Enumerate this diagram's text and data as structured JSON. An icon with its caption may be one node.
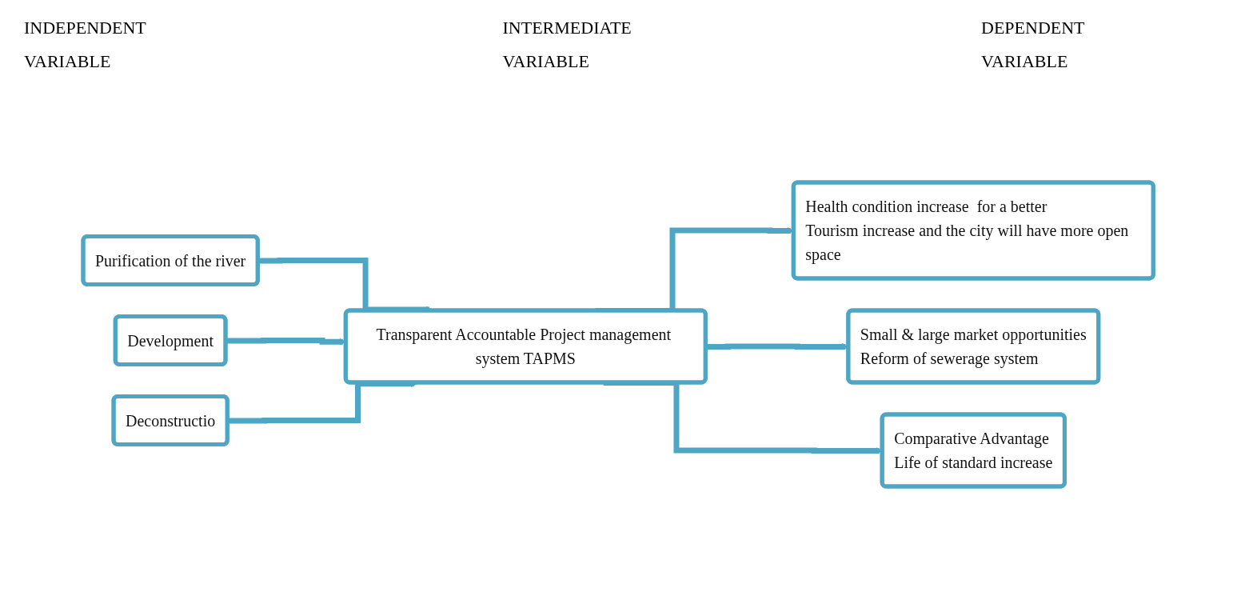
{
  "diagram": {
    "nodes": [
      {
        "text": [
          "Purification of the river"
        ]
      },
      {
        "text": [
          "Development"
        ]
      },
      {
        "text": [
          "Deconstructio"
        ]
      },
      {
        "text": [
          "Transparent Accountable Project management system TAPMS"
        ]
      },
      {
        "text": [
          "Health condition increase  for a better",
          "Tourism increase and the city will have more open space"
        ]
      },
      {
        "text": [
          "Small & large market opportunities",
          "Reform of sewerage system"
        ]
      },
      {
        "text": [
          "Comparative Advantage",
          "Life of standard increase"
        ]
      }
    ],
    "edges": [
      {
        "from": 0,
        "to": 3,
        "arrow": "to"
      },
      {
        "from": 1,
        "to": 3,
        "arrow": "to"
      },
      {
        "from": 2,
        "to": 3,
        "arrow": "to"
      },
      {
        "from": 3,
        "to": 4,
        "arrow": "to"
      },
      {
        "from": 3,
        "to": 5,
        "arrow": "to"
      },
      {
        "from": 3,
        "to": 6,
        "arrow": "to"
      }
    ],
    "labels": [
      "INDEPENDENT VARIABLE",
      "INTERMEDIATE VARIABLE",
      "DEPENDENT VARIABLE"
    ]
  }
}
